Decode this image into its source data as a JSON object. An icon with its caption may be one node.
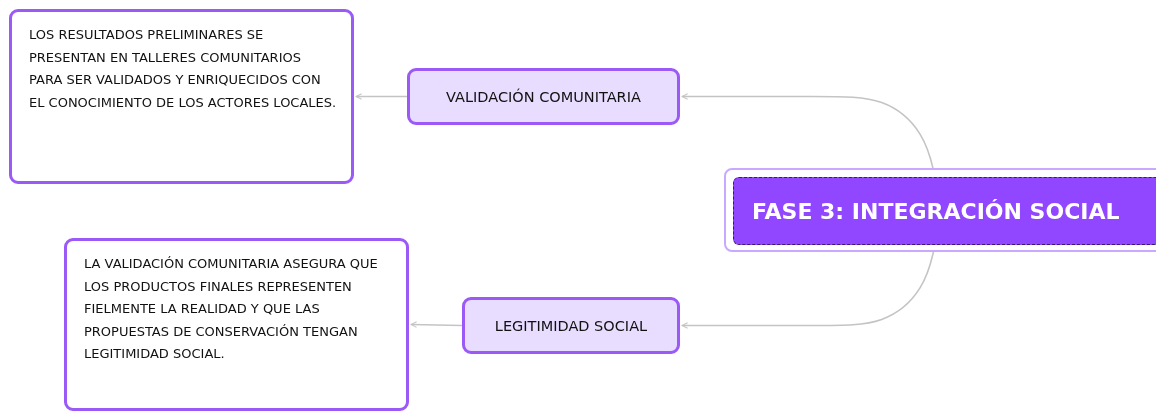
{
  "diagram": {
    "nodes": [
      {
        "text": [
          "FASE 3: INTEGRACIÓN SOCIAL"
        ]
      },
      {
        "text": [
          "VALIDACIÓN COMUNITARIA"
        ]
      },
      {
        "text": [
          "LOS RESULTADOS PRELIMINARES SE PRESENTAN EN TALLERES COMUNITARIOS PARA SER VALIDADOS Y ENRIQUECIDOS CON EL CONOCIMIENTO DE LOS ACTORES LOCALES."
        ]
      },
      {
        "text": [
          "LEGITIMIDAD SOCIAL"
        ]
      },
      {
        "text": [
          "LA VALIDACIÓN COMUNITARIA ASEGURA QUE LOS PRODUCTOS FINALES REPRESENTEN FIELMENTE LA REALIDAD Y QUE LAS PROPUESTAS DE CONSERVACIÓN TENGAN LEGITIMIDAD SOCIAL."
        ]
      }
    ],
    "edges": [
      {
        "from": 0,
        "to": 1,
        "arrow": "to"
      },
      {
        "from": 1,
        "to": 2,
        "arrow": "to"
      },
      {
        "from": 0,
        "to": 3,
        "arrow": "to"
      },
      {
        "from": 3,
        "to": 4,
        "arrow": "to"
      }
    ]
  }
}
